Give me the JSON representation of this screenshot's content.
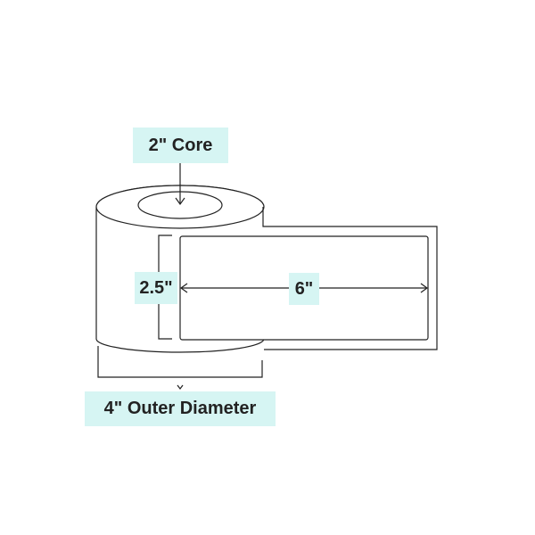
{
  "labels": {
    "core": "2\" Core",
    "height": "2.5\"",
    "width": "6\"",
    "outer_diameter": "4\" Outer Diameter"
  },
  "colors": {
    "label_background": "#d6f5f3",
    "line": "#222222",
    "text": "#222222"
  }
}
